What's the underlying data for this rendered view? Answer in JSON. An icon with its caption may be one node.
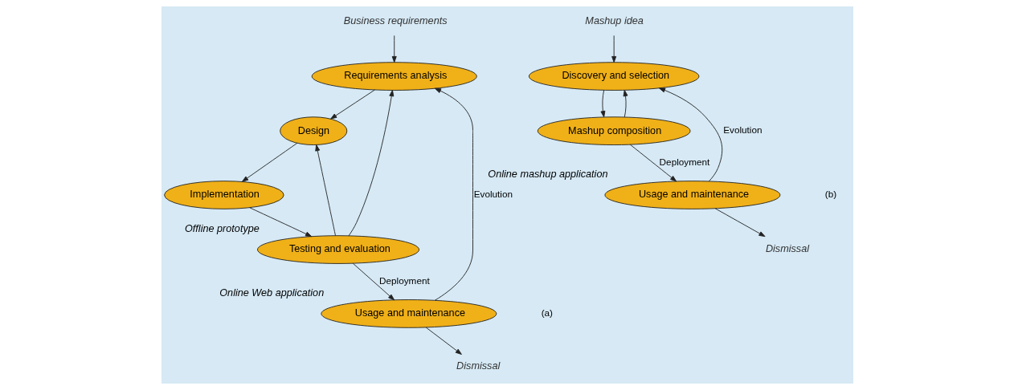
{
  "diagram": {
    "nodes": [
      {
        "text": [
          "Business requirements"
        ]
      },
      {
        "text": [
          "Requirements analysis"
        ]
      },
      {
        "text": [
          "Design"
        ]
      },
      {
        "text": [
          "Implementation"
        ]
      },
      {
        "text": [
          "Testing and evaluation"
        ],
        "beside": [
          "Offline prototype"
        ]
      },
      {
        "text": [
          "Usage and maintenance"
        ],
        "beside": [
          "Online Web application"
        ]
      },
      {
        "text": [
          "Dismissal"
        ]
      },
      {
        "text": [
          "Mashup idea"
        ]
      },
      {
        "text": [
          "Discovery and selection"
        ]
      },
      {
        "text": [
          "Mashup composition"
        ]
      },
      {
        "text": [
          "Usage and maintenance"
        ],
        "beside": [
          "Online mashup application"
        ]
      },
      {
        "text": [
          "Dismissal"
        ]
      }
    ],
    "edges": [
      {
        "from": 0,
        "to": 1,
        "arrow": "to"
      },
      {
        "from": 1,
        "to": 2,
        "arrow": "to"
      },
      {
        "from": 2,
        "to": 3,
        "arrow": "to"
      },
      {
        "from": 3,
        "to": 4,
        "arrow": "to"
      },
      {
        "from": 4,
        "to": 1,
        "arrow": "to"
      },
      {
        "from": 4,
        "to": 2,
        "arrow": "to"
      },
      {
        "from": 4,
        "to": 5,
        "arrow": "to",
        "label": "Deployment"
      },
      {
        "from": 5,
        "to": 1,
        "arrow": "to",
        "label": "Evolution"
      },
      {
        "from": 5,
        "to": 6,
        "arrow": "to"
      },
      {
        "from": 7,
        "to": 8,
        "arrow": "to"
      },
      {
        "from": 8,
        "to": 9,
        "arrow": "to"
      },
      {
        "from": 9,
        "to": 8,
        "arrow": "to"
      },
      {
        "from": 9,
        "to": 10,
        "arrow": "to",
        "label": "Deployment"
      },
      {
        "from": 10,
        "to": 8,
        "arrow": "to",
        "label": "Evolution"
      },
      {
        "from": 10,
        "to": 11,
        "arrow": "to"
      }
    ],
    "labels": [
      "(a)",
      "(b)"
    ]
  }
}
